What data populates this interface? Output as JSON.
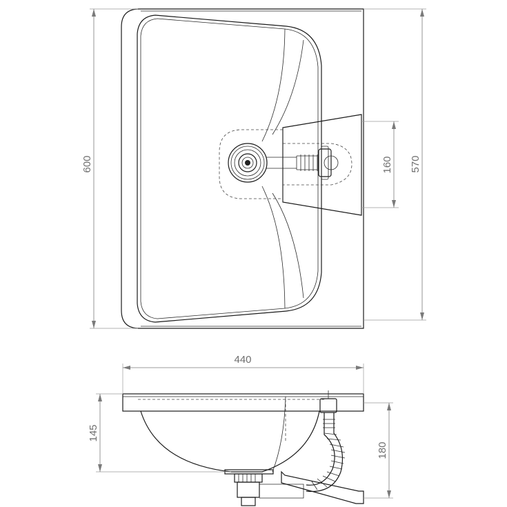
{
  "dimensions": {
    "top_view_height": "600",
    "top_view_inner_height": "570",
    "tap_plate_width": "160",
    "side_view_width": "440",
    "side_view_depth": "145",
    "side_view_total_depth": "180"
  }
}
